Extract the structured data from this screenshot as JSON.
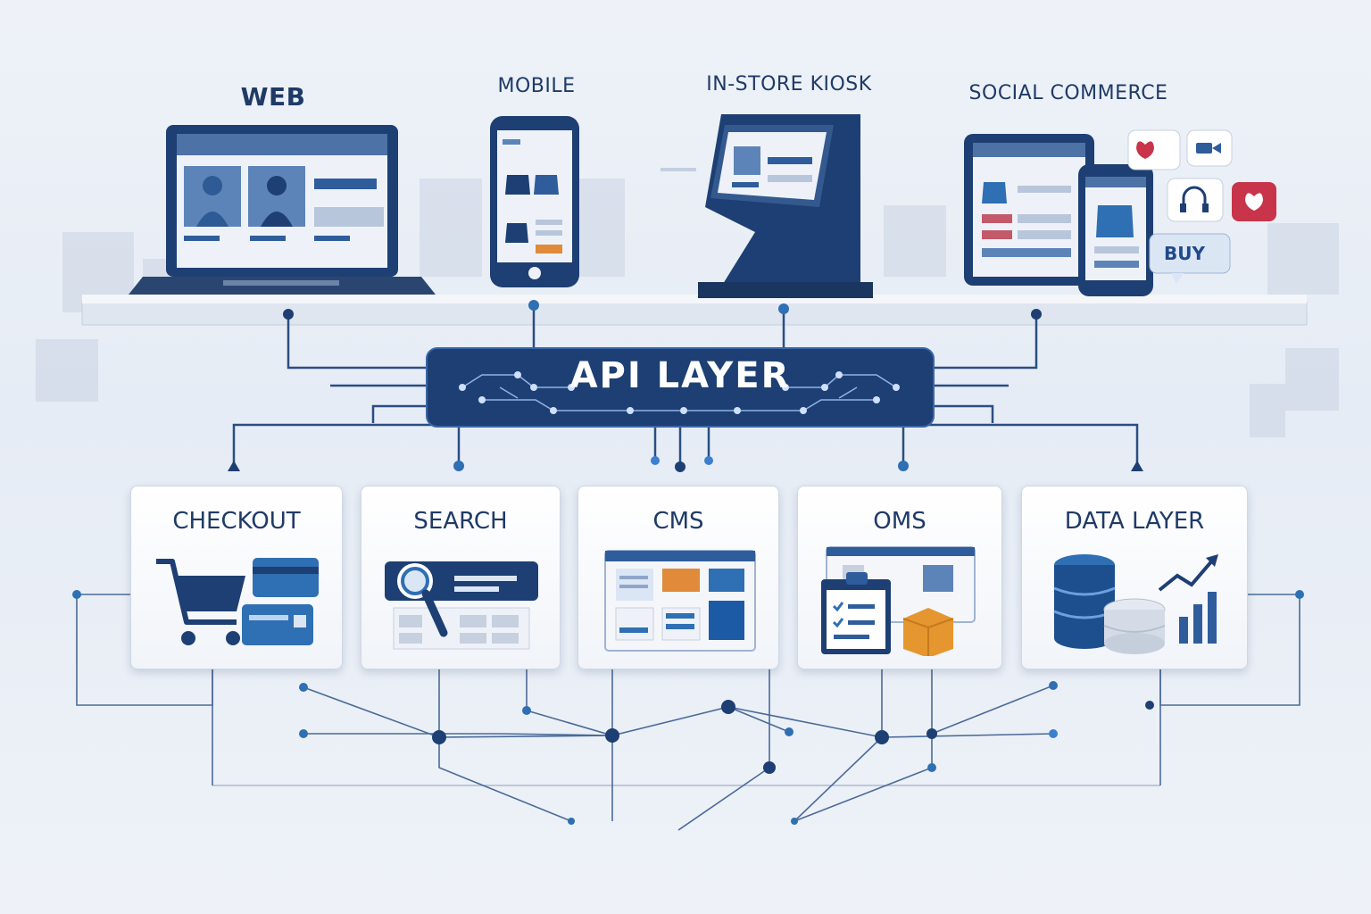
{
  "channels": {
    "web": "WEB",
    "mobile": "MOBILE",
    "kiosk": "IN-STORE KIOSK",
    "social": "SOCIAL COMMERCE"
  },
  "social_buy_label": "BUY",
  "api_layer": {
    "label": "API LAYER"
  },
  "modules": [
    {
      "label": "CHECKOUT",
      "icon": "cart-icon"
    },
    {
      "label": "SEARCH",
      "icon": "search-icon"
    },
    {
      "label": "CMS",
      "icon": "cms-icon"
    },
    {
      "label": "OMS",
      "icon": "oms-icon"
    },
    {
      "label": "DATA LAYER",
      "icon": "database-icon"
    }
  ],
  "colors": {
    "navy": "#1d3f73",
    "accent_blue": "#2f6fb3",
    "orange": "#e08a3a",
    "red": "#c8344a",
    "background": "#eaeff6"
  }
}
